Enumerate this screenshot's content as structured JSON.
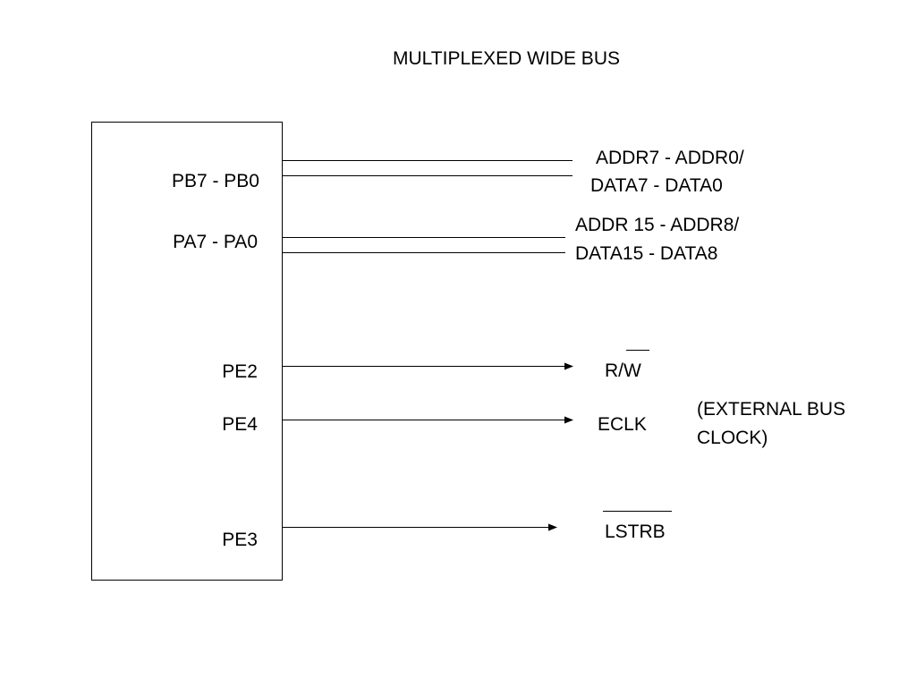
{
  "title": "MULTIPLEXED WIDE BUS",
  "chip": {
    "pins": {
      "portb": "PB7 - PB0",
      "porta": "PA7 - PA0",
      "pe2": "PE2",
      "pe4": "PE4",
      "pe3": "PE3"
    }
  },
  "signals": {
    "low_bus_line1": "ADDR7 - ADDR0/",
    "low_bus_line2": "DATA7 - DATA0",
    "high_bus_line1": "ADDR 15 - ADDR8/",
    "high_bus_line2": "DATA15 - DATA8",
    "rw": "R/W",
    "eclk": "ECLK",
    "eclk_note_line1": "(EXTERNAL BUS",
    "eclk_note_line2": "CLOCK)",
    "lstrb": "LSTRB"
  }
}
